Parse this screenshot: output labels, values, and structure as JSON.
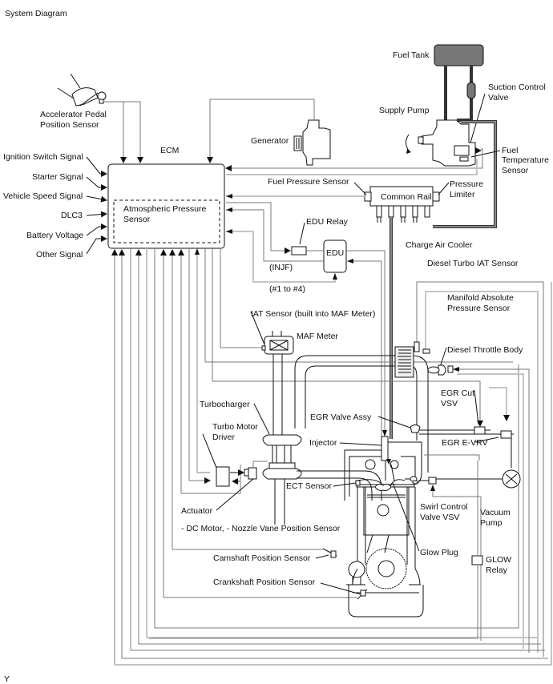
{
  "title": "System Diagram",
  "footer_code": "Y",
  "ecm": {
    "label": "ECM",
    "internal_sensor": "Atmospheric Pressure Sensor",
    "internal_sensor_line1": "Atmospheric Pressure",
    "internal_sensor_line2": "Sensor"
  },
  "left_inputs": [
    "Ignition Switch Signal",
    "Starter Signal",
    "Vehicle Speed Signal",
    "DLC3",
    "Battery Voltage",
    "Other Signal"
  ],
  "components": {
    "accelerator_pedal": {
      "line1": "Accelerator Pedal",
      "line2": "Position Sensor"
    },
    "generator": "Generator",
    "fuel_tank": "Fuel Tank",
    "suction_control_valve": {
      "line1": "Suction Control",
      "line2": "Valve"
    },
    "supply_pump": "Supply Pump",
    "fuel_temperature_sensor": {
      "line1": "Fuel",
      "line2": "Temperature",
      "line3": "Sensor"
    },
    "fuel_pressure_sensor": "Fuel Pressure Sensor",
    "common_rail": "Common Rail",
    "pressure_limiter": {
      "line1": "Pressure",
      "line2": "Limiter"
    },
    "edu_relay": "EDU Relay",
    "edu": "EDU",
    "injf": "(INJF)",
    "injector_range": "(#1 to #4)",
    "charge_air_cooler": "Charge Air Cooler",
    "diesel_turbo_iat": "Diesel Turbo IAT Sensor",
    "map_sensor": {
      "line1": "Manifold Absolute",
      "line2": "Pressure Sensor"
    },
    "iat_sensor": "IAT Sensor (built into MAF Meter)",
    "maf_meter": "MAF Meter",
    "diesel_throttle_body": "Diesel Throttle Body",
    "egr_cut_vsv": {
      "line1": "EGR Cut",
      "line2": "VSV"
    },
    "turbocharger": "Turbocharger",
    "egr_valve_assy": "EGR Valve Assy",
    "turbo_motor_driver": {
      "line1": "Turbo Motor",
      "line2": "Driver"
    },
    "egr_e_vrv": "EGR E-VRV",
    "injector": "Injector",
    "ect_sensor": "ECT Sensor",
    "actuator": "Actuator",
    "actuator_parts": "- DC Motor, - Nozzle Vane Position Sensor",
    "swirl_control_vsv": {
      "line1": "Swirl Control",
      "line2": "Valve VSV"
    },
    "vacuum_pump": {
      "line1": "Vacuum",
      "line2": "Pump"
    },
    "glow_plug": "Glow Plug",
    "glow_relay": {
      "line1": "GLOW",
      "line2": "Relay"
    },
    "camshaft_sensor": "Camshaft Position Sensor",
    "crankshaft_sensor": "Crankshaft Position Sensor"
  }
}
